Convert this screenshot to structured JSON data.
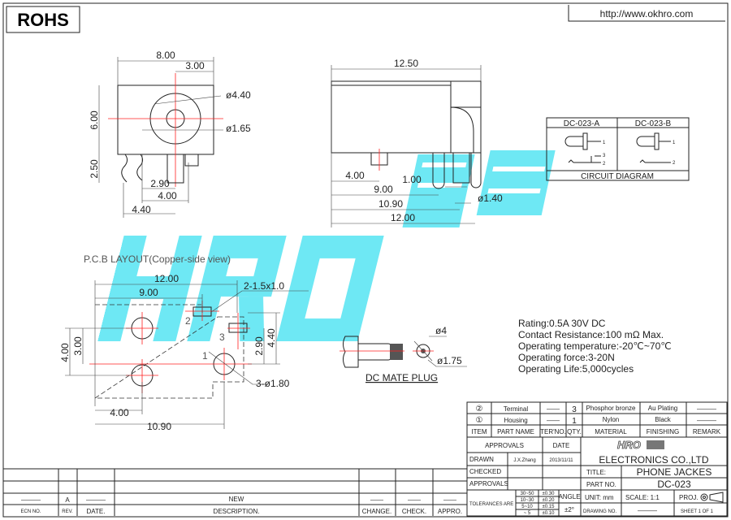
{
  "header": {
    "rohs": "ROHS",
    "url": "http://www.okhro.com"
  },
  "logo": {
    "watermark": "HRO韩荣",
    "title_block_logo": "HRO韩荣"
  },
  "front_view": {
    "width": "8.00",
    "offset": "3.00",
    "height": "6.00",
    "pin_len": "2.50",
    "dia_outer": "ø4.40",
    "dia_inner": "ø1.65",
    "d1": "2.90",
    "d2": "4.00",
    "d3": "4.40"
  },
  "side_view": {
    "length": "12.50",
    "d_400": "4.00",
    "d_100": "1.00",
    "d_900": "9.00",
    "d_1090": "10.90",
    "d_1200": "12.00",
    "dia": "ø1.40"
  },
  "circuit": {
    "col_a": "DC-023-A",
    "col_b": "DC-023-B",
    "caption": "CIRCUIT DIAGRAM",
    "pin1": "1",
    "pin2": "2",
    "pin3": "3"
  },
  "pcb": {
    "title": "P.C.B LAYOUT(Copper-side view)",
    "w12": "12.00",
    "w9": "9.00",
    "slot": "2-1.5x1.0",
    "holes": "3-ø1.80",
    "h400": "4.00",
    "h300": "3.00",
    "h290": "2.90",
    "h440": "4.40",
    "w400": "4.00",
    "w1090": "10.90",
    "n1": "1",
    "n2": "2",
    "n3": "3"
  },
  "plug": {
    "caption": "DC MATE PLUG",
    "d_outer": "ø4",
    "d_inner": "ø1.75"
  },
  "specs": [
    "Rating:0.5A  30V  DC",
    "Contact  Resistance:100  mΩ  Max.",
    "Operating  temperature:-20℃~70℃",
    "Operating  force:3-20N",
    "Operating  Life:5,000cycles"
  ],
  "bom": {
    "rows": [
      {
        "item": "②",
        "name": "Terminal",
        "ter": "——",
        "qty": "3",
        "material": "Phosphor bronze",
        "finishing": "Au Plating",
        "remark": "———"
      },
      {
        "item": "①",
        "name": "Housing",
        "ter": "——",
        "qty": "1",
        "material": "Nylon",
        "finishing": "Black",
        "remark": "———"
      }
    ],
    "headers": {
      "item": "ITEM",
      "name": "PART NAME",
      "ter": "TER'NO.",
      "qty": "QTY.",
      "material": "MATERIAL",
      "finishing": "FINISHING",
      "remark": "REMARK"
    }
  },
  "title_block": {
    "approvals_hdr": "APPROVALS",
    "date_hdr": "DATE",
    "drawn": "DRAWN",
    "drawn_by": "J.X.Zhang",
    "drawn_date": "2013/11/11",
    "checked": "CHECKED",
    "approvals": "APPROVALS",
    "company": "ELECTRONICS CO.,LTD",
    "title_label": "TITLE:",
    "title": "PHONE JACKES",
    "part_label": "PART NO.",
    "part_no": "DC-023",
    "tolerances": "TOLERANCES ARE",
    "tol_ranges": [
      "30~50",
      "10~30",
      "5~10",
      "~ 5"
    ],
    "tol_values": [
      "±0.30",
      "±0.20",
      "±0.15",
      "±0.10"
    ],
    "angle": "ANGLE",
    "angle_val": "±2°",
    "unit": "UNIT:  mm",
    "scale": "SCALE:   1:1",
    "proj": "PROJ.",
    "drawing_no": "DRAWING NO.",
    "drawing_no_val": "———",
    "sheet": "SHEET   1  OF  1"
  },
  "revision": {
    "ecn": "———",
    "rev": "A",
    "date": "———",
    "desc": "NEW",
    "change": "——",
    "check": "——",
    "appro": "——",
    "headers": {
      "ecn": "ECN NO.",
      "rev": "REV.",
      "date": "DATE.",
      "desc": "DESCRIPTION.",
      "change": "CHANGE.",
      "check": "CHECK.",
      "appro": "APPRO."
    }
  }
}
